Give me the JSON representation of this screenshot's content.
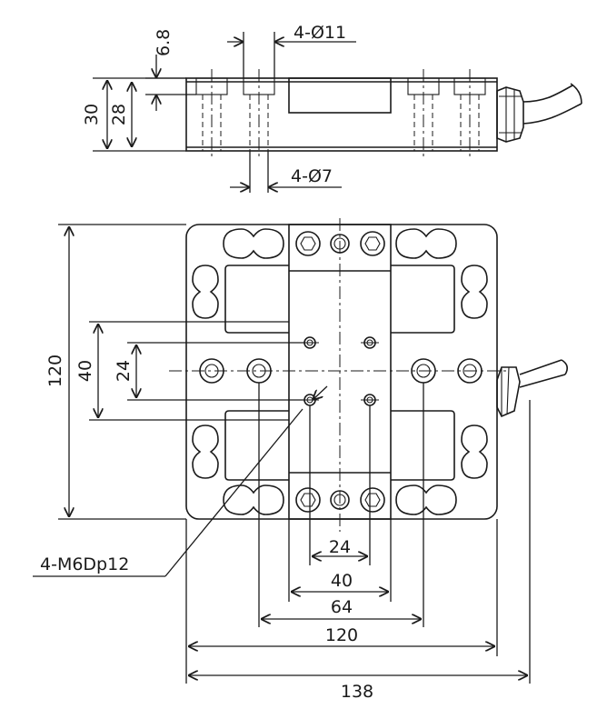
{
  "labels": {
    "hole_top_large": "4-Ø11",
    "wall_thickness": "6.8",
    "height_outer": "30",
    "height_inner": "28",
    "hole_top_small": "4-Ø7",
    "side_120": "120",
    "side_40": "40",
    "side_24": "24",
    "thread_callout": "4-M6Dp12",
    "bottom_24": "24",
    "bottom_40": "40",
    "bottom_64": "64",
    "bottom_120": "120",
    "bottom_138": "138"
  }
}
